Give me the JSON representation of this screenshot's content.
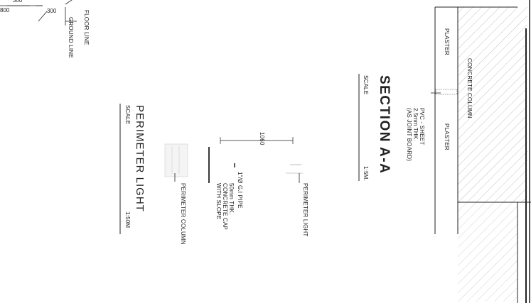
{
  "labels": {
    "dim_300_top": "300",
    "dim_800": "800",
    "dim_300": "300",
    "floor_line": "FLOOR LINE",
    "ground_line": "GROUND LINE",
    "plaster_left": "PLASTER",
    "plaster_right": "PLASTER",
    "concrete_column": "CONCRETE COLUMN",
    "pvc_sheet": "PVC - SHEET\n2.5mm THK.\n(AS JOINT BOARD)",
    "section_title": "SECTION A-A",
    "section_scale_label": "SCALE",
    "section_scale_value": "1:5M.",
    "dim_1060": "1060",
    "gi_pipe": "1\"/Ø G.I PIPE",
    "concrete_cap": "50mm THK.\nCONCRETE CAP\nWITH SLOPE",
    "perimeter_light_callout": "PERIMETER LIGHT",
    "perimeter_column": "PERIMETER COLUMN",
    "perimeter_title": "PERIMETER LIGHT",
    "perimeter_scale_label": "SCALE",
    "perimeter_scale_value": "1:50M"
  },
  "colors": {
    "line": "#222222",
    "hatch": "#8a8a8a"
  }
}
